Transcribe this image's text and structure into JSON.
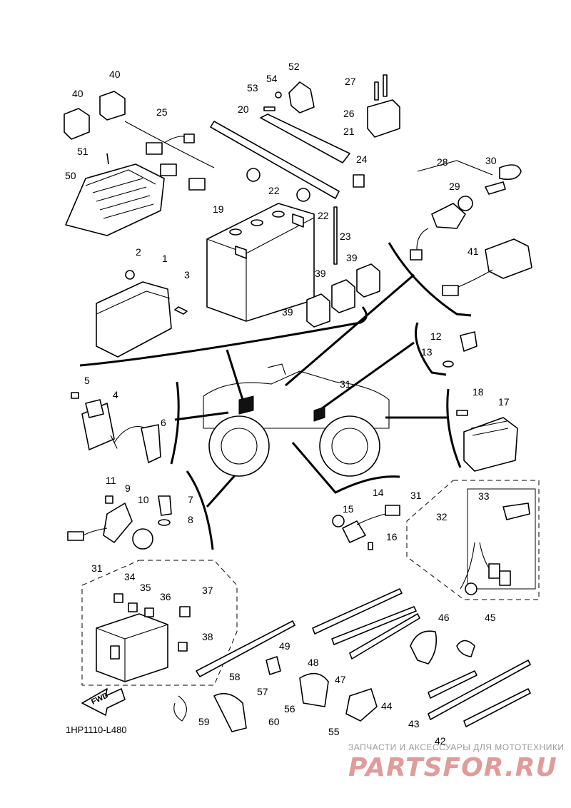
{
  "diagram": {
    "catalog_code": "1HP1110-L480",
    "direction_label": "FWD",
    "watermark": {
      "tagline": "ЗАПЧАСТИ И АКСЕССУАРЫ ДЛЯ МОТОТЕХНИКИ",
      "brand": "PARTSFOR.RU"
    },
    "callouts": [
      "1",
      "2",
      "3",
      "4",
      "5",
      "6",
      "7",
      "8",
      "9",
      "10",
      "11",
      "12",
      "13",
      "14",
      "15",
      "16",
      "17",
      "18",
      "19",
      "20",
      "21",
      "22",
      "22",
      "23",
      "24",
      "25",
      "26",
      "27",
      "28",
      "29",
      "30",
      "31",
      "31",
      "31",
      "32",
      "33",
      "34",
      "35",
      "36",
      "37",
      "38",
      "39",
      "39",
      "39",
      "40",
      "40",
      "41",
      "42",
      "43",
      "44",
      "45",
      "46",
      "47",
      "48",
      "49",
      "50",
      "51",
      "52",
      "53",
      "54",
      "55",
      "56",
      "57",
      "58",
      "59",
      "60"
    ]
  }
}
